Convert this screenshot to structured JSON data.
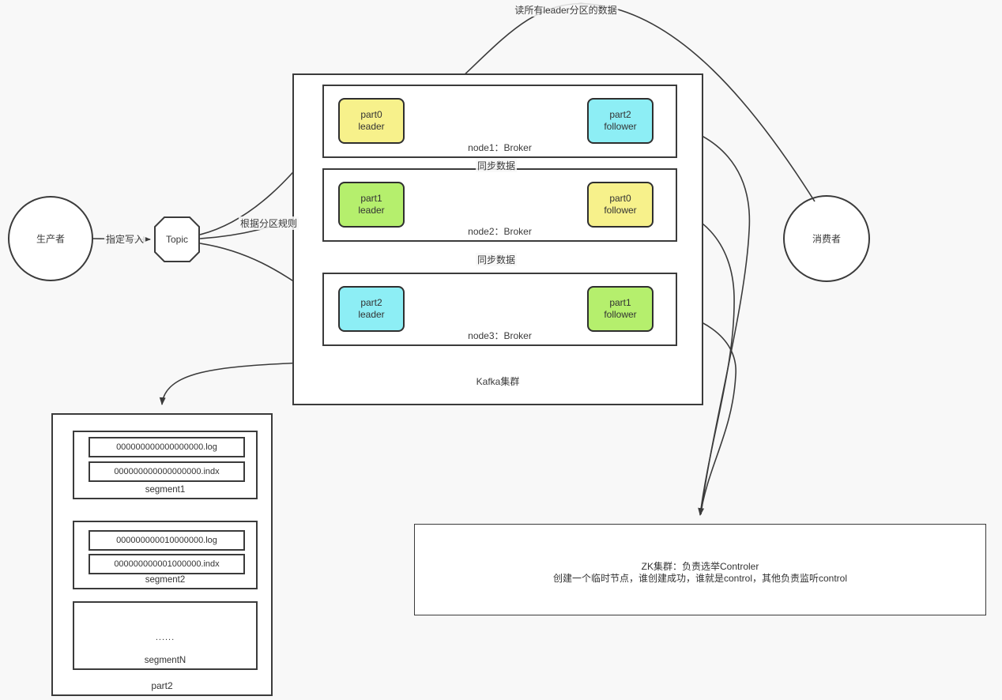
{
  "colors": {
    "yellow": "#f7f18b",
    "cyan": "#8deef5",
    "green": "#b5ef6d",
    "line": "#3b3b3b"
  },
  "producer": {
    "label": "生产者"
  },
  "topic": {
    "label": "Topic"
  },
  "consumer": {
    "label": "消费者"
  },
  "edges": {
    "write_label": "指定写入",
    "partition_rule_label": "根据分区规则",
    "read_leaders_label": "读所有leader分区的数据",
    "sync_label_1": "同步数据",
    "sync_label_2": "同步数据"
  },
  "kafka": {
    "label": "Kafka集群",
    "nodes": [
      {
        "label": "node1：Broker"
      },
      {
        "label": "node2：Broker"
      },
      {
        "label": "node3：Broker"
      }
    ]
  },
  "partitions": [
    {
      "name": "part0",
      "role": "leader",
      "color": "#f7f18b"
    },
    {
      "name": "part2",
      "role": "follower",
      "color": "#8deef5"
    },
    {
      "name": "part1",
      "role": "leader",
      "color": "#b5ef6d"
    },
    {
      "name": "part0",
      "role": "follower",
      "color": "#f7f18b"
    },
    {
      "name": "part2",
      "role": "leader",
      "color": "#8deef5"
    },
    {
      "name": "part1",
      "role": "follower",
      "color": "#b5ef6d"
    }
  ],
  "partition_store": {
    "label": "part2",
    "segments": [
      {
        "label": "segment1",
        "files": [
          "000000000000000000.log",
          "000000000000000000.indx"
        ],
        "placeholder": ""
      },
      {
        "label": "segment2",
        "files": [
          "000000000010000000.log",
          "000000000001000000.indx"
        ],
        "placeholder": ""
      },
      {
        "label": "segmentN",
        "files": [],
        "placeholder": "......"
      }
    ]
  },
  "zk": {
    "line1": "ZK集群：负责选举Controler",
    "line2": "创建一个临时节点，谁创建成功，谁就是control，其他负责监听control"
  }
}
